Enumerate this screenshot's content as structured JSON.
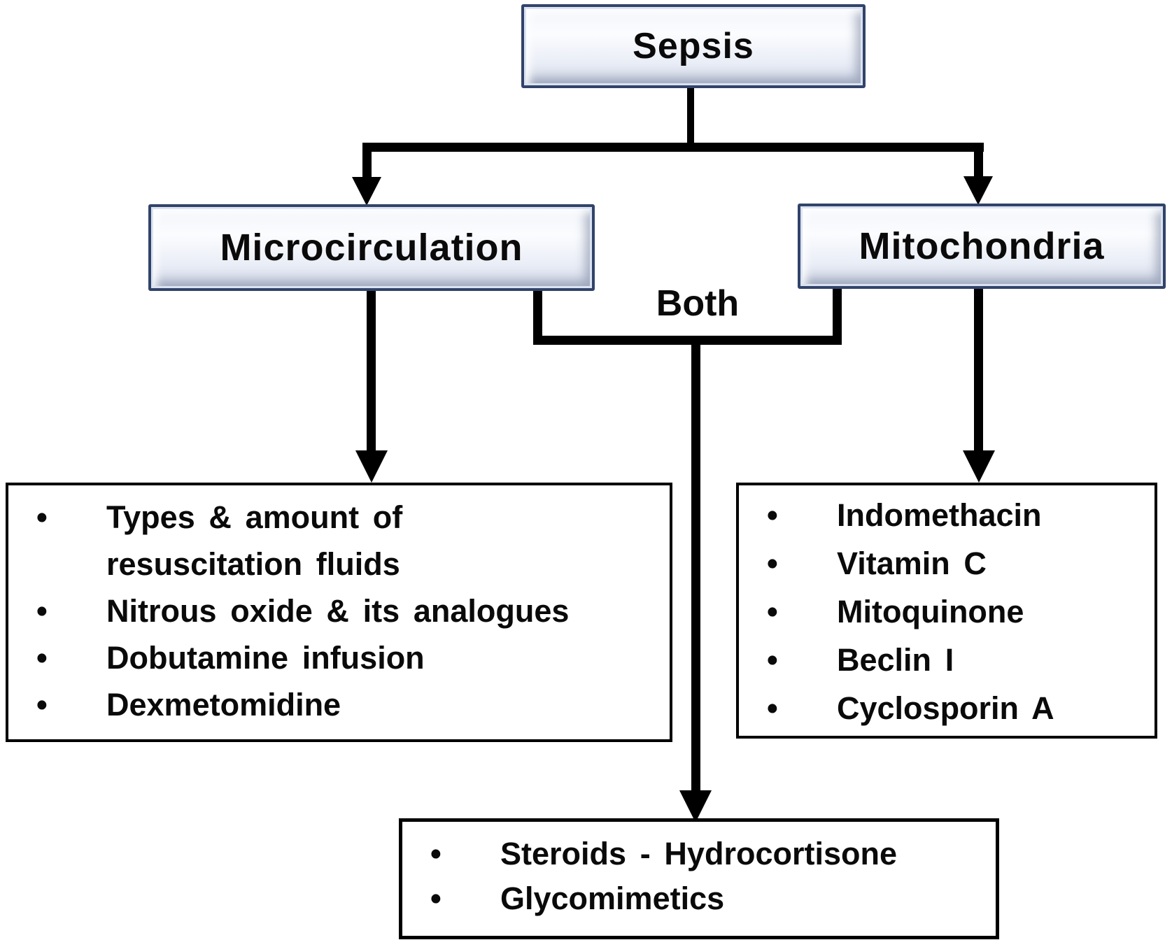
{
  "bullet_char": "•",
  "colors": {
    "line": "#000000",
    "bevel_border": "#32436a",
    "box_border": "#000000",
    "text": "#0a0a0a",
    "background": "#ffffff"
  },
  "nodes": {
    "sepsis": "Sepsis",
    "microcirculation": "Microcirculation",
    "mitochondria": "Mitochondria",
    "both": "Both"
  },
  "lists": {
    "microcirculation_items": [
      "Types & amount of\nresuscitation fluids",
      "Nitrous oxide & its analogues",
      "Dobutamine infusion",
      "Dexmetomidine"
    ],
    "mitochondria_items": [
      "Indomethacin",
      "Vitamin C",
      "Mitoquinone",
      "Beclin I",
      "Cyclosporin A"
    ],
    "both_items": [
      "Steroids - Hydrocortisone",
      "Glycomimetics"
    ]
  }
}
